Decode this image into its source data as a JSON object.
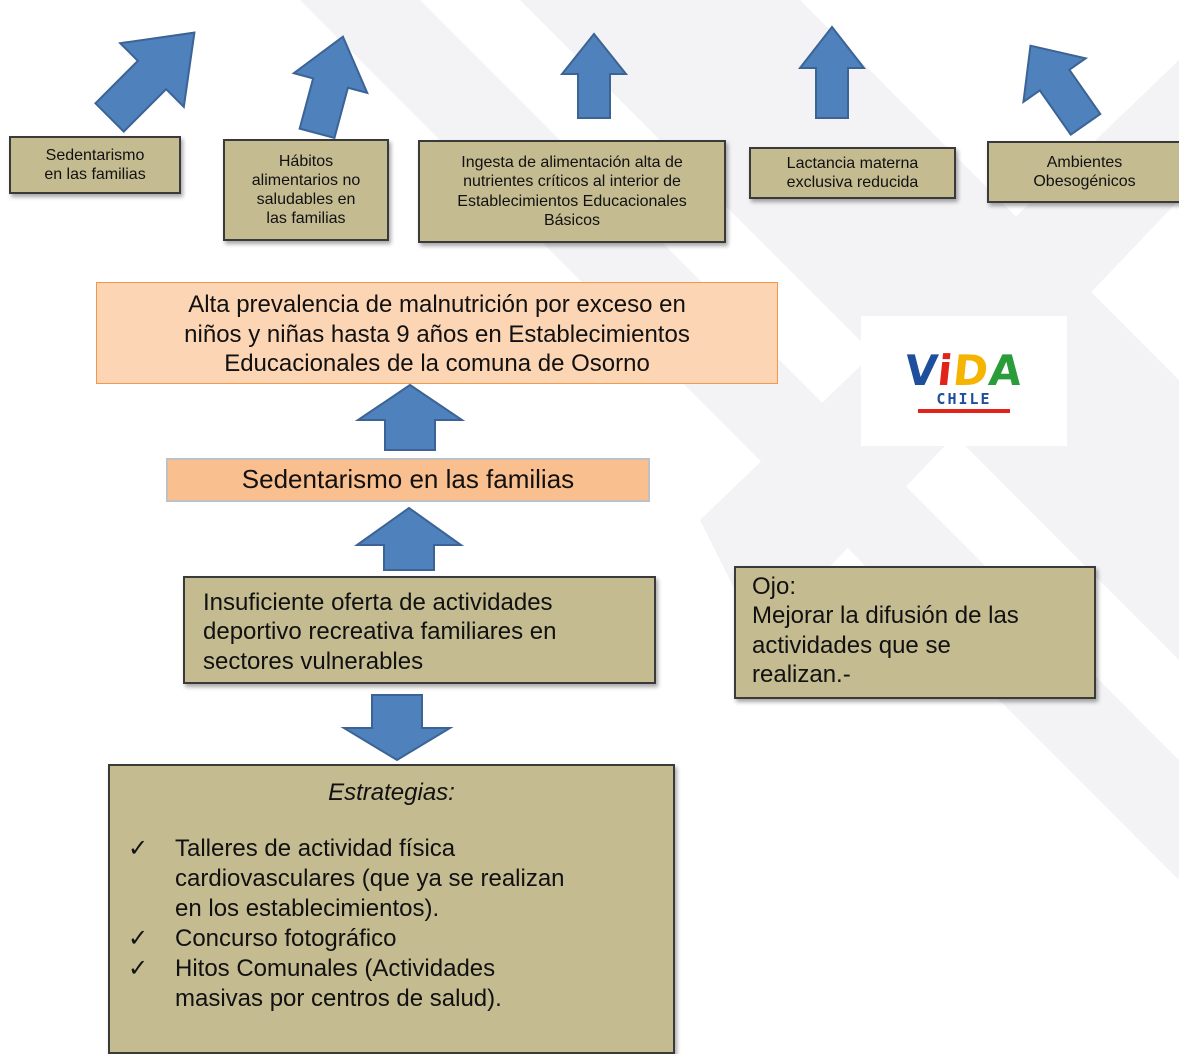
{
  "causes": [
    "Sedentarismo\nen las familias",
    "Hábitos\nalimentarios  no\nsaludables en\nlas familias",
    "Ingesta de alimentación alta de\nnutrientes críticos al interior de\nEstablecimientos Educacionales\nBásicos",
    "Lactancia materna\nexclusiva reducida",
    "Ambientes\nObesogénicos"
  ],
  "problem": "Alta prevalencia de malnutrición por exceso en\nniños y niñas  hasta 9 años en Establecimientos\nEducacionales de la  comuna de Osorno",
  "sub_problem": "Sedentarismo en las familias",
  "root_cause": "Insuficiente oferta  de actividades\ndeportivo recreativa familiares en\nsectores vulnerables",
  "note": "Ojo:\nMejorar la difusión de las\nactividades que se\nrealizan.-",
  "strategies": {
    "title": "Estrategias:",
    "check_mark": "✓",
    "items": [
      "Talleres de actividad física\ncardiovasculares (que ya se realizan\nen los  establecimientos).",
      "Concurso fotográfico",
      "Hitos Comunales (Actividades\nmasivas por centros de salud)."
    ]
  },
  "logo": {
    "word1_letters": [
      "V",
      "i",
      "D",
      "A"
    ],
    "word2": "CHILE"
  },
  "colors": {
    "arrow": "#4f81bd",
    "box": "#c4bb91",
    "problem": "#fcd5b4",
    "sub_problem": "#fabf8f"
  }
}
